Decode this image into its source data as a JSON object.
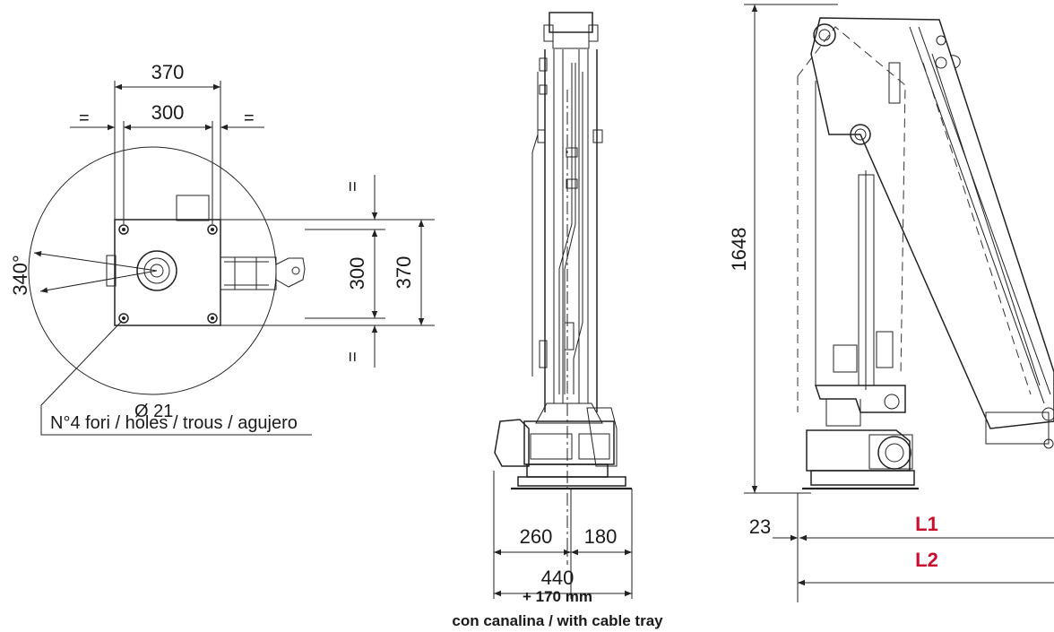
{
  "top_view": {
    "dim_370_top": "370",
    "dim_300_top": "300",
    "equal_left": "=",
    "equal_right": "=",
    "dim_300_side": "300",
    "dim_370_side": "370",
    "equal_top": "=",
    "equal_bottom": "=",
    "rotation": "340°",
    "hole_diameter": "Ø 21",
    "hole_note": "N°4 fori / holes / trous / agujero"
  },
  "front_view": {
    "dim_260": "260",
    "dim_180": "180",
    "dim_440": "440",
    "extra": "+ 170 mm",
    "tray_note": "con canalina / with cable tray"
  },
  "side_view": {
    "height": "1648",
    "dim_23": "23",
    "l1": "L1",
    "l2": "L2"
  },
  "colors": {
    "accent": "#c8102e",
    "line": "#222222"
  }
}
